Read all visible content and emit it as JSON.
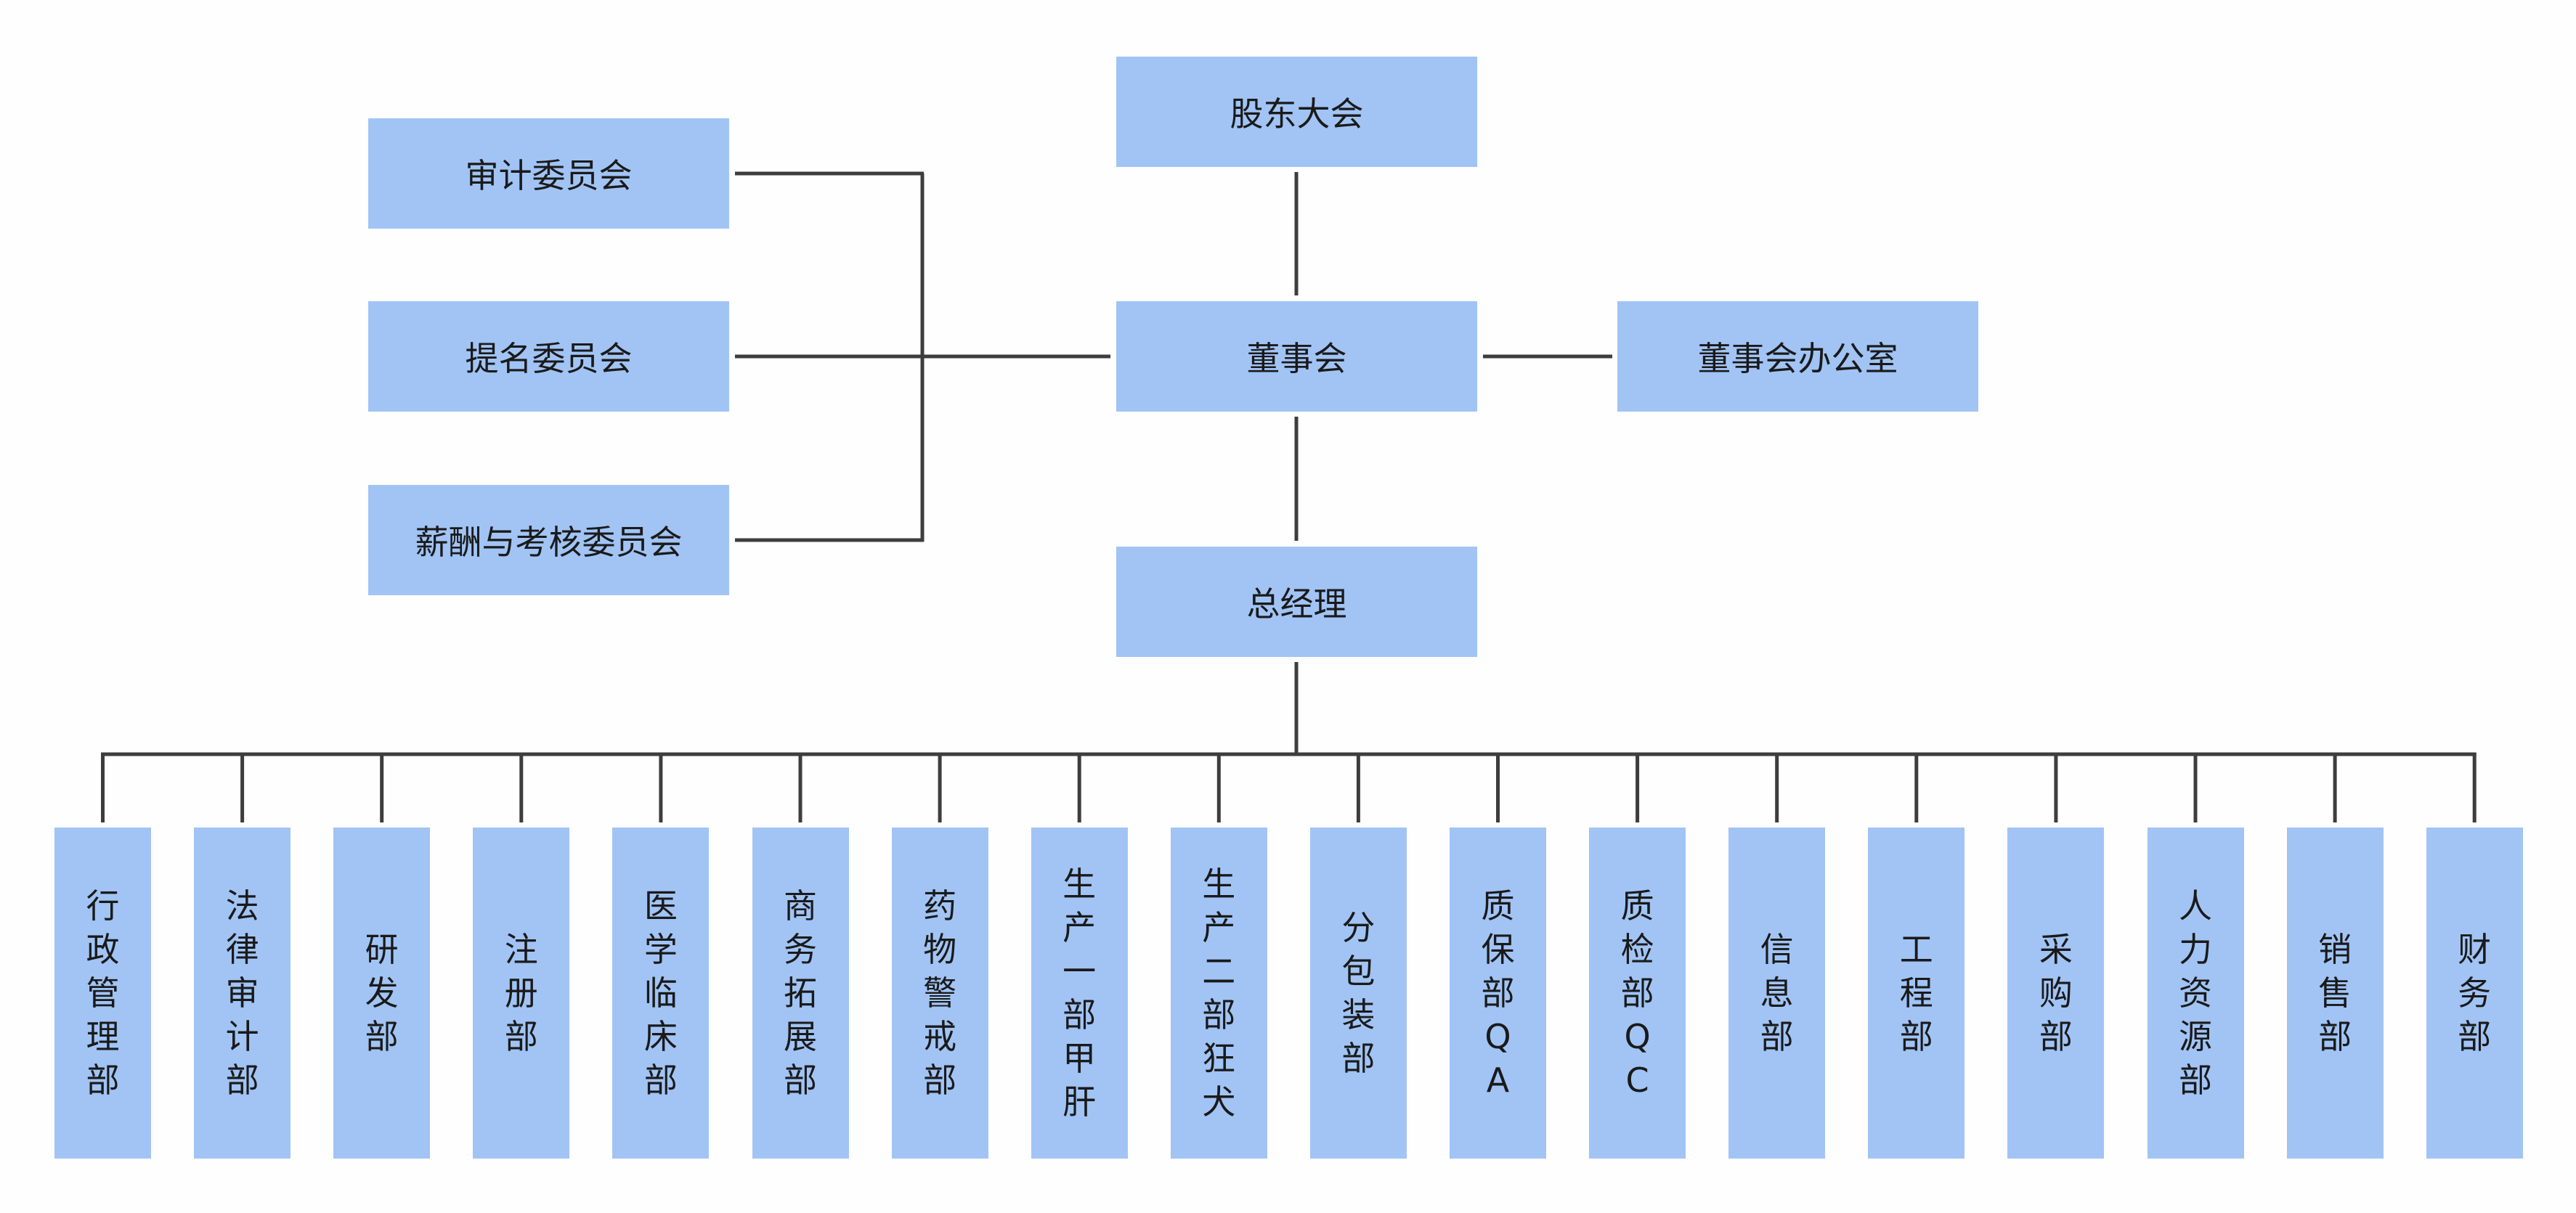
{
  "colors": {
    "node_fill": "#a1c4f5",
    "line": "#3d3d3d",
    "background": "#fefefe"
  },
  "nodes": {
    "shareholders": "股东大会",
    "board": "董事会",
    "board_office": "董事会办公室",
    "audit_committee": "审计委员会",
    "nomination_committee": "提名委员会",
    "compensation_committee": "薪酬与考核委员会",
    "general_manager": "总经理"
  },
  "departments": [
    "行政管理部",
    "法律审计部",
    "研发部",
    "注册部",
    "医学临床部",
    "商务拓展部",
    "药物警戒部",
    "生产一部甲肝",
    "生产二部狂犬",
    "分包装部",
    "质保部QA",
    "质检部QC",
    "信息部",
    "工程部",
    "采购部",
    "人力资源部",
    "销售部",
    "财务部"
  ]
}
